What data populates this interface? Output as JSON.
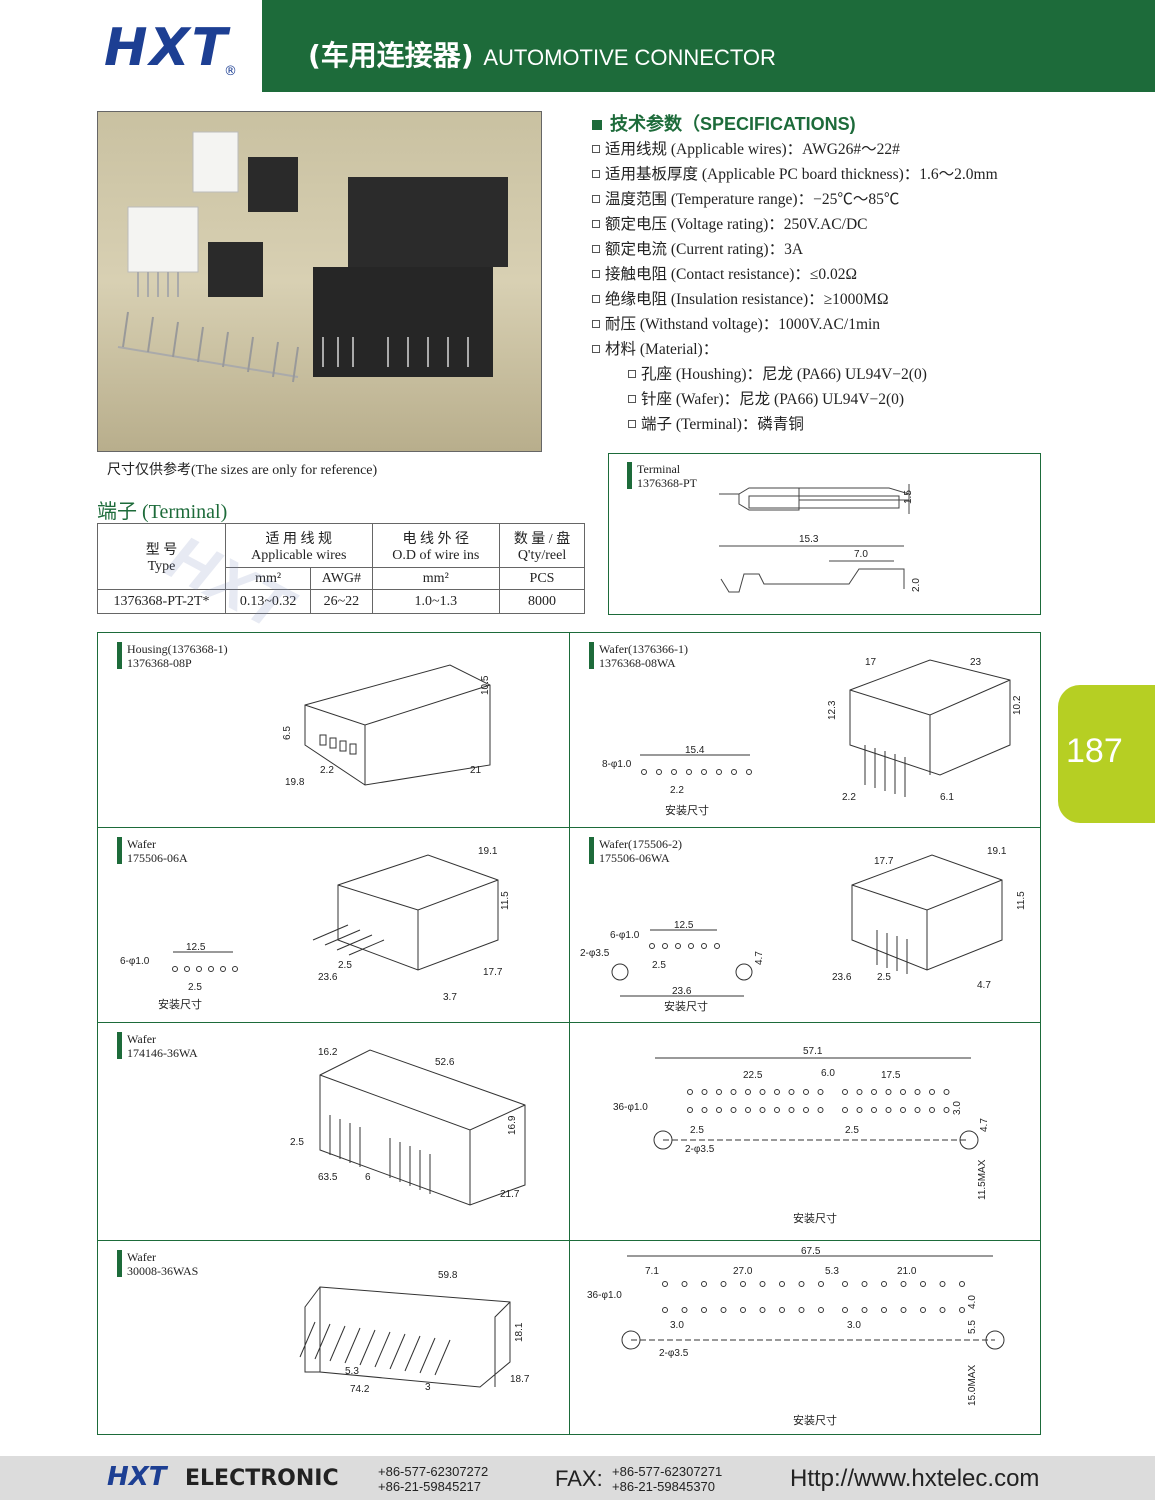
{
  "header": {
    "logo": "HXT",
    "logo_mark": "®",
    "title_cn": "(车用连接器)",
    "title_en": "AUTOMOTIVE CONNECTOR"
  },
  "photo": {
    "caption": "尺寸仅供参考(The sizes are only for reference)"
  },
  "specs": {
    "heading": "技术参数（SPECIFICATIONS)",
    "items": [
      "适用线规 (Applicable wires)：AWG26#～22#",
      "适用基板厚度 (Applicable PC board thickness)：1.6～2.0mm",
      "温度范围 (Temperature range)：−25℃～85℃",
      "额定电压 (Voltage rating)：250V.AC/DC",
      "额定电流 (Current rating)：3A",
      "接触电阻 (Contact resistance)：≤0.02Ω",
      "绝缘电阻 (Insulation resistance)：≥1000MΩ",
      "耐压 (Withstand voltage)：1000V.AC/1min",
      "材料 (Material)："
    ],
    "materials": [
      "孔座 (Houshing)：尼龙 (PA66) UL94V−2(0)",
      "针座 (Wafer)：尼龙 (PA66) UL94V−2(0)",
      "端子 (Terminal)：磷青铜"
    ]
  },
  "terminal": {
    "section_title": "端子 (Terminal)",
    "table": {
      "h_type_cn": "型 号",
      "h_type_en": "Type",
      "h_wires_cn": "适 用 线 规",
      "h_wires_en": "Applicable wires",
      "h_od_cn": "电 线 外 径",
      "h_od_en": "O.D of wire ins",
      "h_qty_cn": "数 量 / 盘",
      "h_qty_en": "Q'ty/reel",
      "u_mm2": "mm²",
      "u_awg": "AWG#",
      "u_od": "mm²",
      "u_pcs": "PCS",
      "row": [
        "1376368-PT-2T*",
        "0.13~0.32",
        "26~22",
        "1.0~1.3",
        "8000"
      ]
    },
    "drawing_label": "Terminal",
    "drawing_code": "1376368-PT",
    "dims": [
      "15.3",
      "7.0",
      "1.5",
      "2.0"
    ]
  },
  "cells": [
    {
      "label": "Housing(1376368-1)",
      "code": "1376368-08P",
      "dims": [
        "10.5",
        "6.5",
        "2.2",
        "19.8",
        "21"
      ]
    },
    {
      "label": "Wafer(1376366-1)",
      "code": "1376368-08WA",
      "dims": [
        "17",
        "23",
        "12.3",
        "10.2",
        "2.2",
        "6.1",
        "15.4",
        "8-φ1.0",
        "2.2"
      ]
    },
    {
      "label": "Wafer",
      "code": "175506-06A",
      "dims": [
        "19.1",
        "11.5",
        "2.5",
        "23.6",
        "17.7",
        "3.7",
        "12.5",
        "6-φ1.0",
        "2.5"
      ]
    },
    {
      "label": "Wafer(175506-2)",
      "code": "175506-06WA",
      "dims": [
        "17.7",
        "19.1",
        "11.5",
        "23.6",
        "2.5",
        "4.7",
        "12.5",
        "6-φ1.0",
        "2-φ3.5",
        "2.5",
        "23.6",
        "4.7"
      ]
    },
    {
      "label": "Wafer",
      "code": "174146-36WA",
      "dims": [
        "16.2",
        "52.6",
        "16.9",
        "2.5",
        "63.5",
        "6",
        "21.7"
      ]
    },
    {
      "label": "",
      "code": "",
      "dims": [
        "57.1",
        "22.5",
        "6.0",
        "17.5",
        "36-φ1.0",
        "3.0",
        "2.5",
        "2.5",
        "4.7",
        "2-φ3.5",
        "11.5MAX"
      ]
    },
    {
      "label": "Wafer",
      "code": "30008-36WAS",
      "dims": [
        "59.8",
        "18.1",
        "5.3",
        "74.2",
        "3",
        "18.7"
      ]
    },
    {
      "label": "",
      "code": "",
      "dims": [
        "67.5",
        "7.1",
        "27.0",
        "5.3",
        "21.0",
        "36-φ1.0",
        "3.0",
        "3.0",
        "4.0",
        "5.5",
        "2-φ3.5",
        "15.0MAX"
      ]
    }
  ],
  "mount_caption": "安装尺寸",
  "page_number": "187",
  "watermark": "HXT",
  "footer": {
    "logo": "HXT",
    "brand": "ELECTRONIC",
    "phone1": "+86-577-62307272",
    "phone2": "+86-21-59845217",
    "fax_label": "FAX:",
    "fax1": "+86-577-62307271",
    "fax2": "+86-21-59845370",
    "website": "Http://www.hxtelec.com"
  }
}
